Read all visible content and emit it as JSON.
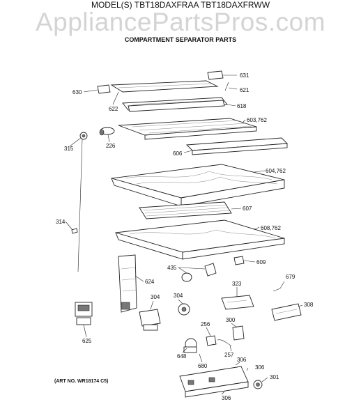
{
  "header": {
    "model": "MODEL(S) TBT18DAXFRAA TBT18DAXFRWW",
    "watermark": "AppliancePartsPros.com",
    "title": "COMPARTMENT SEPARATOR PARTS"
  },
  "footer": {
    "art_no": "(ART NO. WR18174 C5)"
  },
  "part_labels": [
    "631",
    "621",
    "630",
    "622",
    "618",
    "603,762",
    "315",
    "226",
    "606",
    "604,762",
    "607",
    "314",
    "608,762",
    "435",
    "609",
    "624",
    "679",
    "323",
    "304",
    "304",
    "308",
    "300",
    "625",
    "256",
    "257",
    "648",
    "680",
    "306",
    "306",
    "301",
    "306"
  ]
}
